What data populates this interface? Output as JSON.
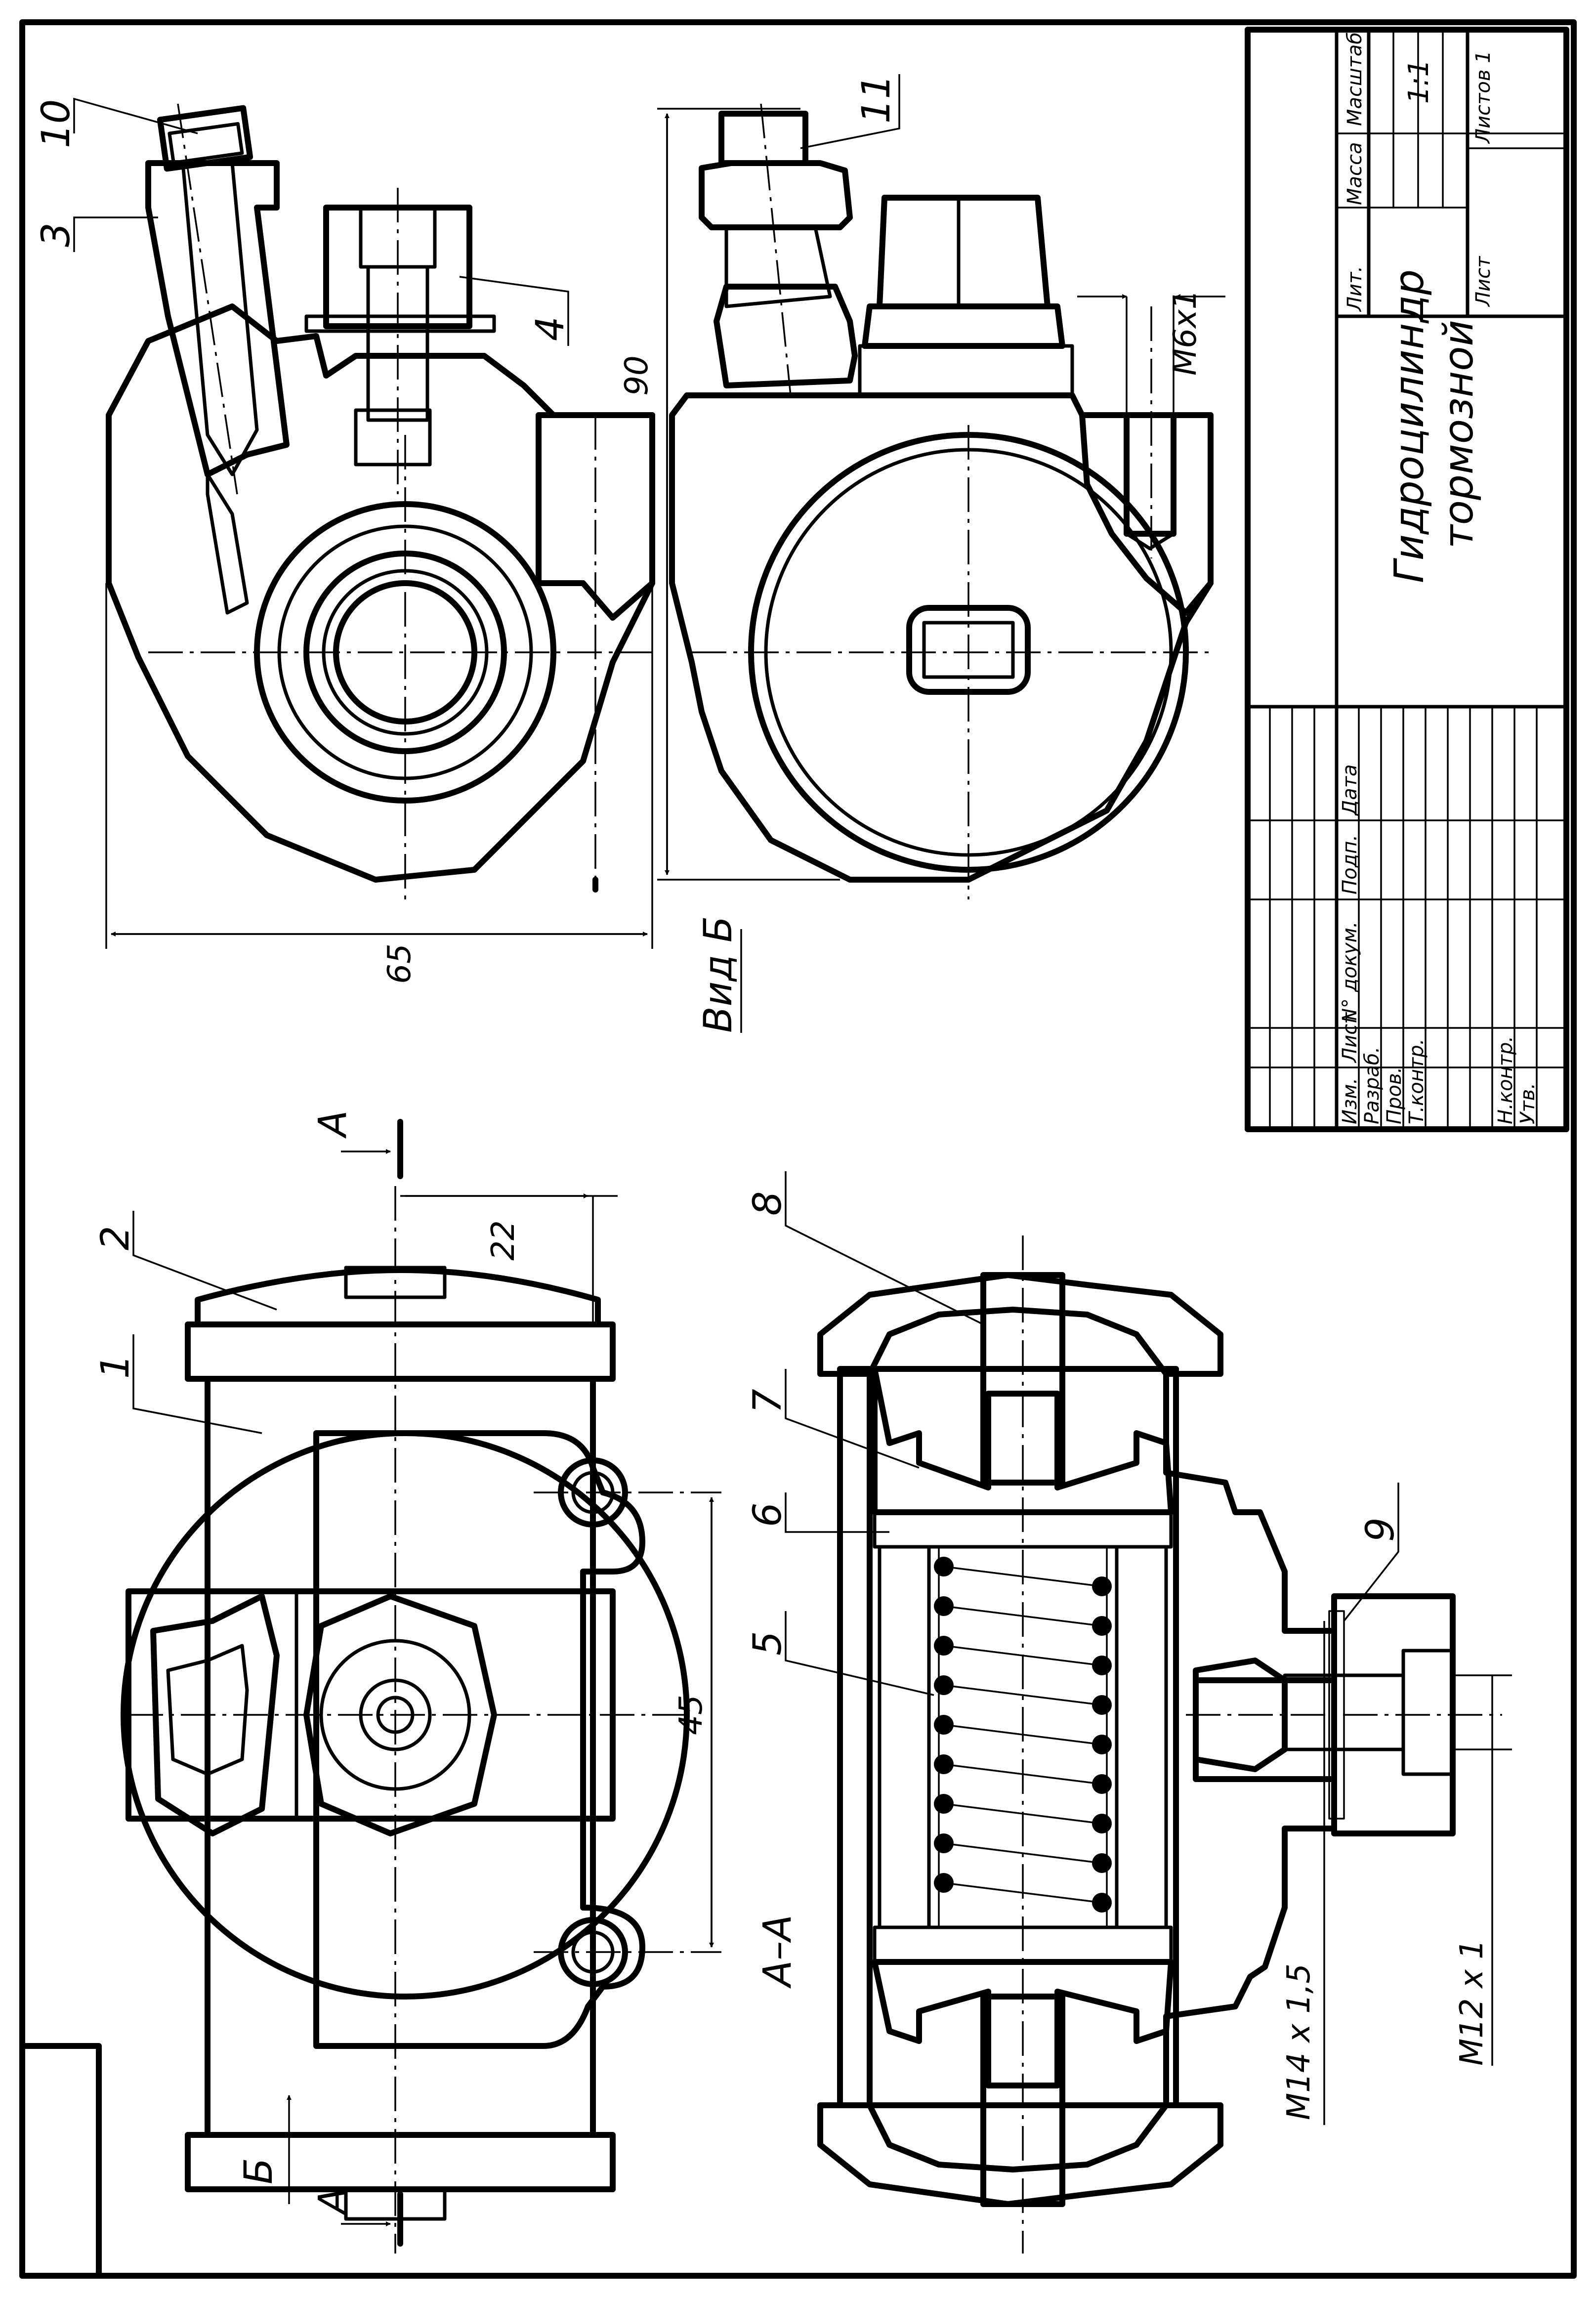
{
  "title_block": {
    "title_line1": "Гидроцилиндр",
    "title_line2": "тормозной",
    "lit": "Лит.",
    "mass": "Масса",
    "scale_label": "Масштаб",
    "scale_value": "1:1",
    "sheet": "Лист",
    "sheets": "Листов 1",
    "col_izm": "Изм.",
    "col_list": "Лист",
    "col_doc": "N° докум.",
    "col_sign": "Подп.",
    "col_date": "Дата",
    "row_razrab": "Разраб.",
    "row_prov": "Пров.",
    "row_tkontr": "Т.контр.",
    "row_nkontr": "Н.контр.",
    "row_utv": "Утв."
  },
  "views": {
    "view_b": "Вид Б",
    "section_aa": "А–А",
    "cut_letter_a": "А",
    "view_letter_b": "Б"
  },
  "dimensions": {
    "d65": "65",
    "d90": "90",
    "thread_m6": "M6x1",
    "d22": "22",
    "d45": "45",
    "thread_m14": "M14 x 1,5",
    "thread_m12": "M12 x 1"
  },
  "positions": [
    "1",
    "2",
    "3",
    "4",
    "5",
    "6",
    "7",
    "8",
    "9",
    "10",
    "11"
  ]
}
